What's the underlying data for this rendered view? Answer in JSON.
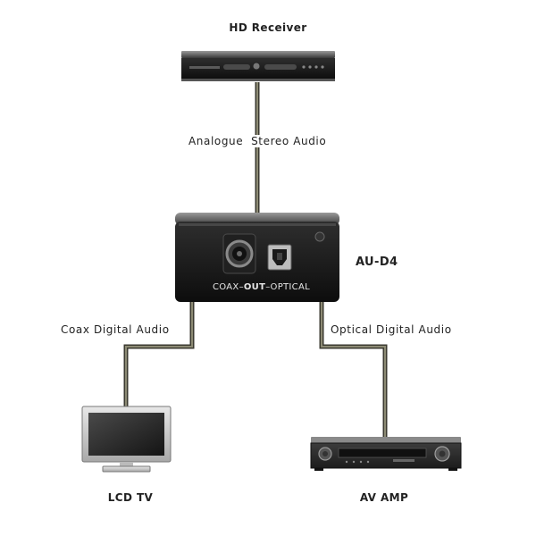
{
  "devices": {
    "hd_receiver": {
      "label": "HD Receiver"
    },
    "converter": {
      "label": "AU-D4",
      "panel_text_left": "COAX–",
      "panel_text_mid": "OUT",
      "panel_text_right": "–OPTICAL"
    },
    "lcd_tv": {
      "label": "LCD TV"
    },
    "av_amp": {
      "label": "AV AMP"
    }
  },
  "connections": {
    "analogue": "Analogue  Stereo Audio",
    "coax": "Coax Digital Audio",
    "optical": "Optical Digital Audio"
  },
  "colors": {
    "cable": "#5c5a4a",
    "device_body": "#1a1a1a",
    "device_highlight": "#8a8a8a"
  }
}
